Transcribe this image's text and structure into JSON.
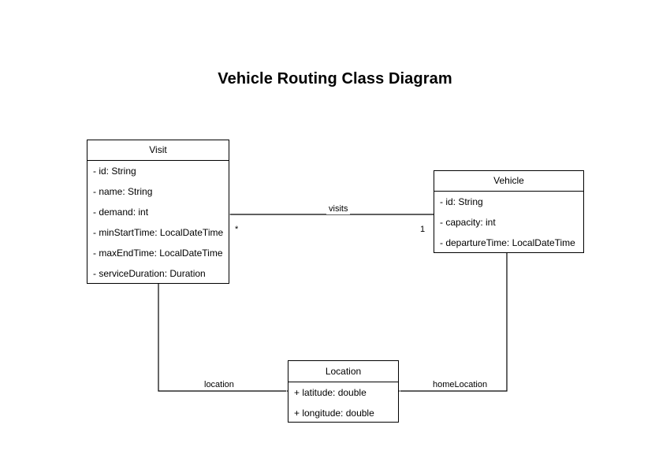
{
  "diagram": {
    "title": "Vehicle Routing Class Diagram",
    "type": "uml-class-diagram",
    "background_color": "#ffffff",
    "line_color": "#000000",
    "text_color": "#000000",
    "classes": [
      {
        "id": "visit",
        "name": "Visit",
        "attributes": [
          "- id: String",
          "- name: String",
          "- demand: int",
          "- minStartTime: LocalDateTime",
          "- maxEndTime: LocalDateTime",
          "- serviceDuration: Duration"
        ]
      },
      {
        "id": "vehicle",
        "name": "Vehicle",
        "attributes": [
          "- id: String",
          "- capacity: int",
          "- departureTime: LocalDateTime"
        ]
      },
      {
        "id": "location",
        "name": "Location",
        "attributes": [
          "+ latitude: double",
          "+ longitude: double"
        ]
      }
    ],
    "relationships": [
      {
        "id": "visits",
        "label": "visits",
        "from": "Vehicle",
        "to": "Visit",
        "source_multiplicity": "1",
        "target_multiplicity": "*"
      },
      {
        "id": "location",
        "label": "location",
        "from": "Visit",
        "to": "Location",
        "source_multiplicity": "",
        "target_multiplicity": ""
      },
      {
        "id": "homeLocation",
        "label": "homeLocation",
        "from": "Vehicle",
        "to": "Location",
        "source_multiplicity": "",
        "target_multiplicity": ""
      }
    ]
  }
}
